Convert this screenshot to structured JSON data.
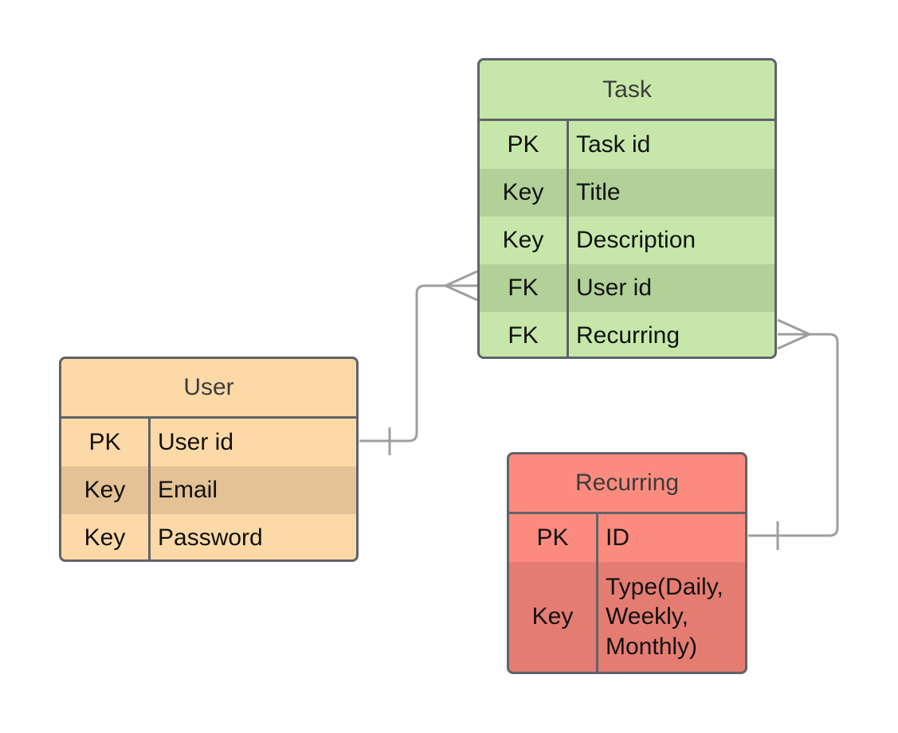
{
  "entities": {
    "task": {
      "title": "Task",
      "fields": [
        {
          "key": "PK",
          "name": "Task id"
        },
        {
          "key": "Key",
          "name": "Title"
        },
        {
          "key": "Key",
          "name": "Description"
        },
        {
          "key": "FK",
          "name": "User id"
        },
        {
          "key": "FK",
          "name": "Recurring"
        }
      ],
      "fill": "#c6e7a9"
    },
    "user": {
      "title": "User",
      "fields": [
        {
          "key": "PK",
          "name": "User id"
        },
        {
          "key": "Key",
          "name": "Email"
        },
        {
          "key": "Key",
          "name": "Password"
        }
      ],
      "fill": "#fdd9a7"
    },
    "recurring": {
      "title": "Recurring",
      "fields": [
        {
          "key": "PK",
          "name": "ID"
        },
        {
          "key": "Key",
          "name": "Type(Daily,\nWeekly,\nMonthly)"
        }
      ],
      "fill": "#fc8b7f"
    }
  },
  "relationships": [
    {
      "from": "User",
      "from_cardinality": "one",
      "to": "Task",
      "to_cardinality": "many"
    },
    {
      "from": "Recurring",
      "from_cardinality": "one",
      "to": "Task",
      "to_cardinality": "many"
    }
  ],
  "colors": {
    "border": "#5f6368",
    "connector": "#9e9e9e"
  }
}
